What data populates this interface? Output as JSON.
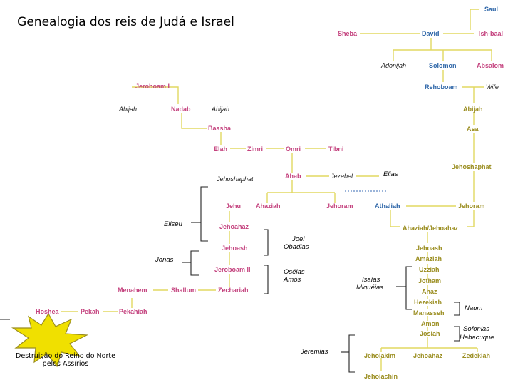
{
  "title": "Genealogia dos reis de Judá e Israel",
  "names": {
    "saul": "Saul",
    "sheba": "Sheba",
    "david": "David",
    "ishbaal": "Ish-baal",
    "adonijah": "Adonijah",
    "solomon": "Solomon",
    "absalom": "Absalom",
    "rehoboam": "Rehoboam",
    "wife": "Wife",
    "jeroboam1": "Jeroboam I",
    "abijah_l": "Abijah",
    "nadab": "Nadab",
    "ahijah": "Ahijah",
    "baasha": "Baasha",
    "abijah_r": "Abijah",
    "asa": "Asa",
    "elah": "Elah",
    "zimri": "Zimri",
    "omri": "Omri",
    "tibni": "Tibni",
    "ahab": "Ahab",
    "jezebel": "Jezebel",
    "jehoshaphat_l": "Jehoshaphat",
    "jehoshaphat_r": "Jehoshaphat",
    "jehu": "Jehu",
    "ahaziah": "Ahaziah",
    "jehoram_m": "Jehoram",
    "athaliah": "Athaliah",
    "jehoram_r": "Jehoram",
    "jehoahaz": "Jehoahaz",
    "ahaziah_jehoahaz": "Ahaziah/Jehoahaz",
    "jehoash_l": "Jehoash",
    "jehoash_r": "Jehoash",
    "amaziah": "Amaziah",
    "jeroboam2": "Jeroboam II",
    "uzziah": "Uzziah",
    "jotham": "Jotham",
    "ahaz": "Ahaz",
    "menahem": "Menahem",
    "shallum": "Shallum",
    "zechariah": "Zechariah",
    "hezekiah": "Hezekiah",
    "hoshea": "Hoshea",
    "pekah": "Pekah",
    "pekahiah": "Pekahiah",
    "manasseh": "Manasseh",
    "amon": "Amon",
    "josiah": "Josiah",
    "jehoiakim": "Jehoiakim",
    "jehoahaz2": "Jehoahaz",
    "zedekiah": "Zedekiah",
    "jehoiachin": "Jehoiachin"
  },
  "prophets": {
    "elias": "Elias",
    "eliseu": "Eliseu",
    "jonas": "Jonas",
    "joel_obadias": [
      "Joel",
      "Obadias"
    ],
    "oseias_amos": [
      "Oséias",
      "Amós"
    ],
    "isaias_miqueias": [
      "Isaías",
      "Miquéias"
    ],
    "naum": "Naum",
    "sofonias_habacuque": [
      "Sofonias",
      "Habacuque"
    ],
    "jeremias": "Jeremias"
  },
  "caption": [
    "Destruição do Reino do Norte",
    "pelos Assírios"
  ],
  "colors": {
    "judah": "#9a8d1f",
    "israel": "#c4427e",
    "royal": "#2e66a8",
    "connector": "#e2d860",
    "starburst": "#f4ec1c",
    "starburst_fill": "#f0e000"
  }
}
